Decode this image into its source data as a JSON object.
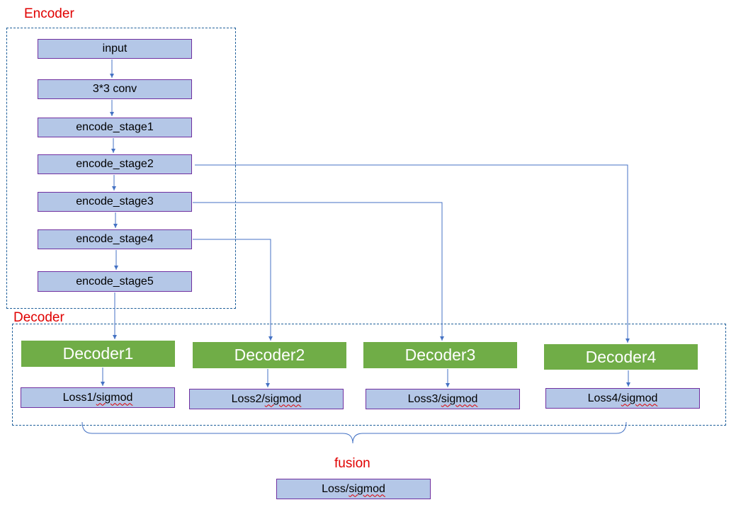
{
  "encoder": {
    "title": "Encoder",
    "blocks": [
      "input",
      "3*3 conv",
      "encode_stage1",
      "encode_stage2",
      "encode_stage3",
      "encode_stage4",
      "encode_stage5"
    ]
  },
  "decoder": {
    "title": "Decoder",
    "blocks": [
      "Decoder1",
      "Decoder2",
      "Decoder3",
      "Decoder4"
    ],
    "losses": [
      {
        "prefix": "Loss1/",
        "word": "sigmod"
      },
      {
        "prefix": "Loss2/",
        "word": "sigmod"
      },
      {
        "prefix": "Loss3/",
        "word": "sigmod"
      },
      {
        "prefix": "Loss4/",
        "word": "sigmod"
      }
    ]
  },
  "fusion": {
    "title": "fusion",
    "output": {
      "prefix": "Loss/",
      "word": "sigmod"
    }
  },
  "colors": {
    "label_red": "#e00000",
    "block_fill": "#b4c7e7",
    "block_border": "#7030a0",
    "decoder_fill": "#70ad47",
    "connector": "#4472c4",
    "dash_border": "#1f5f9a"
  }
}
